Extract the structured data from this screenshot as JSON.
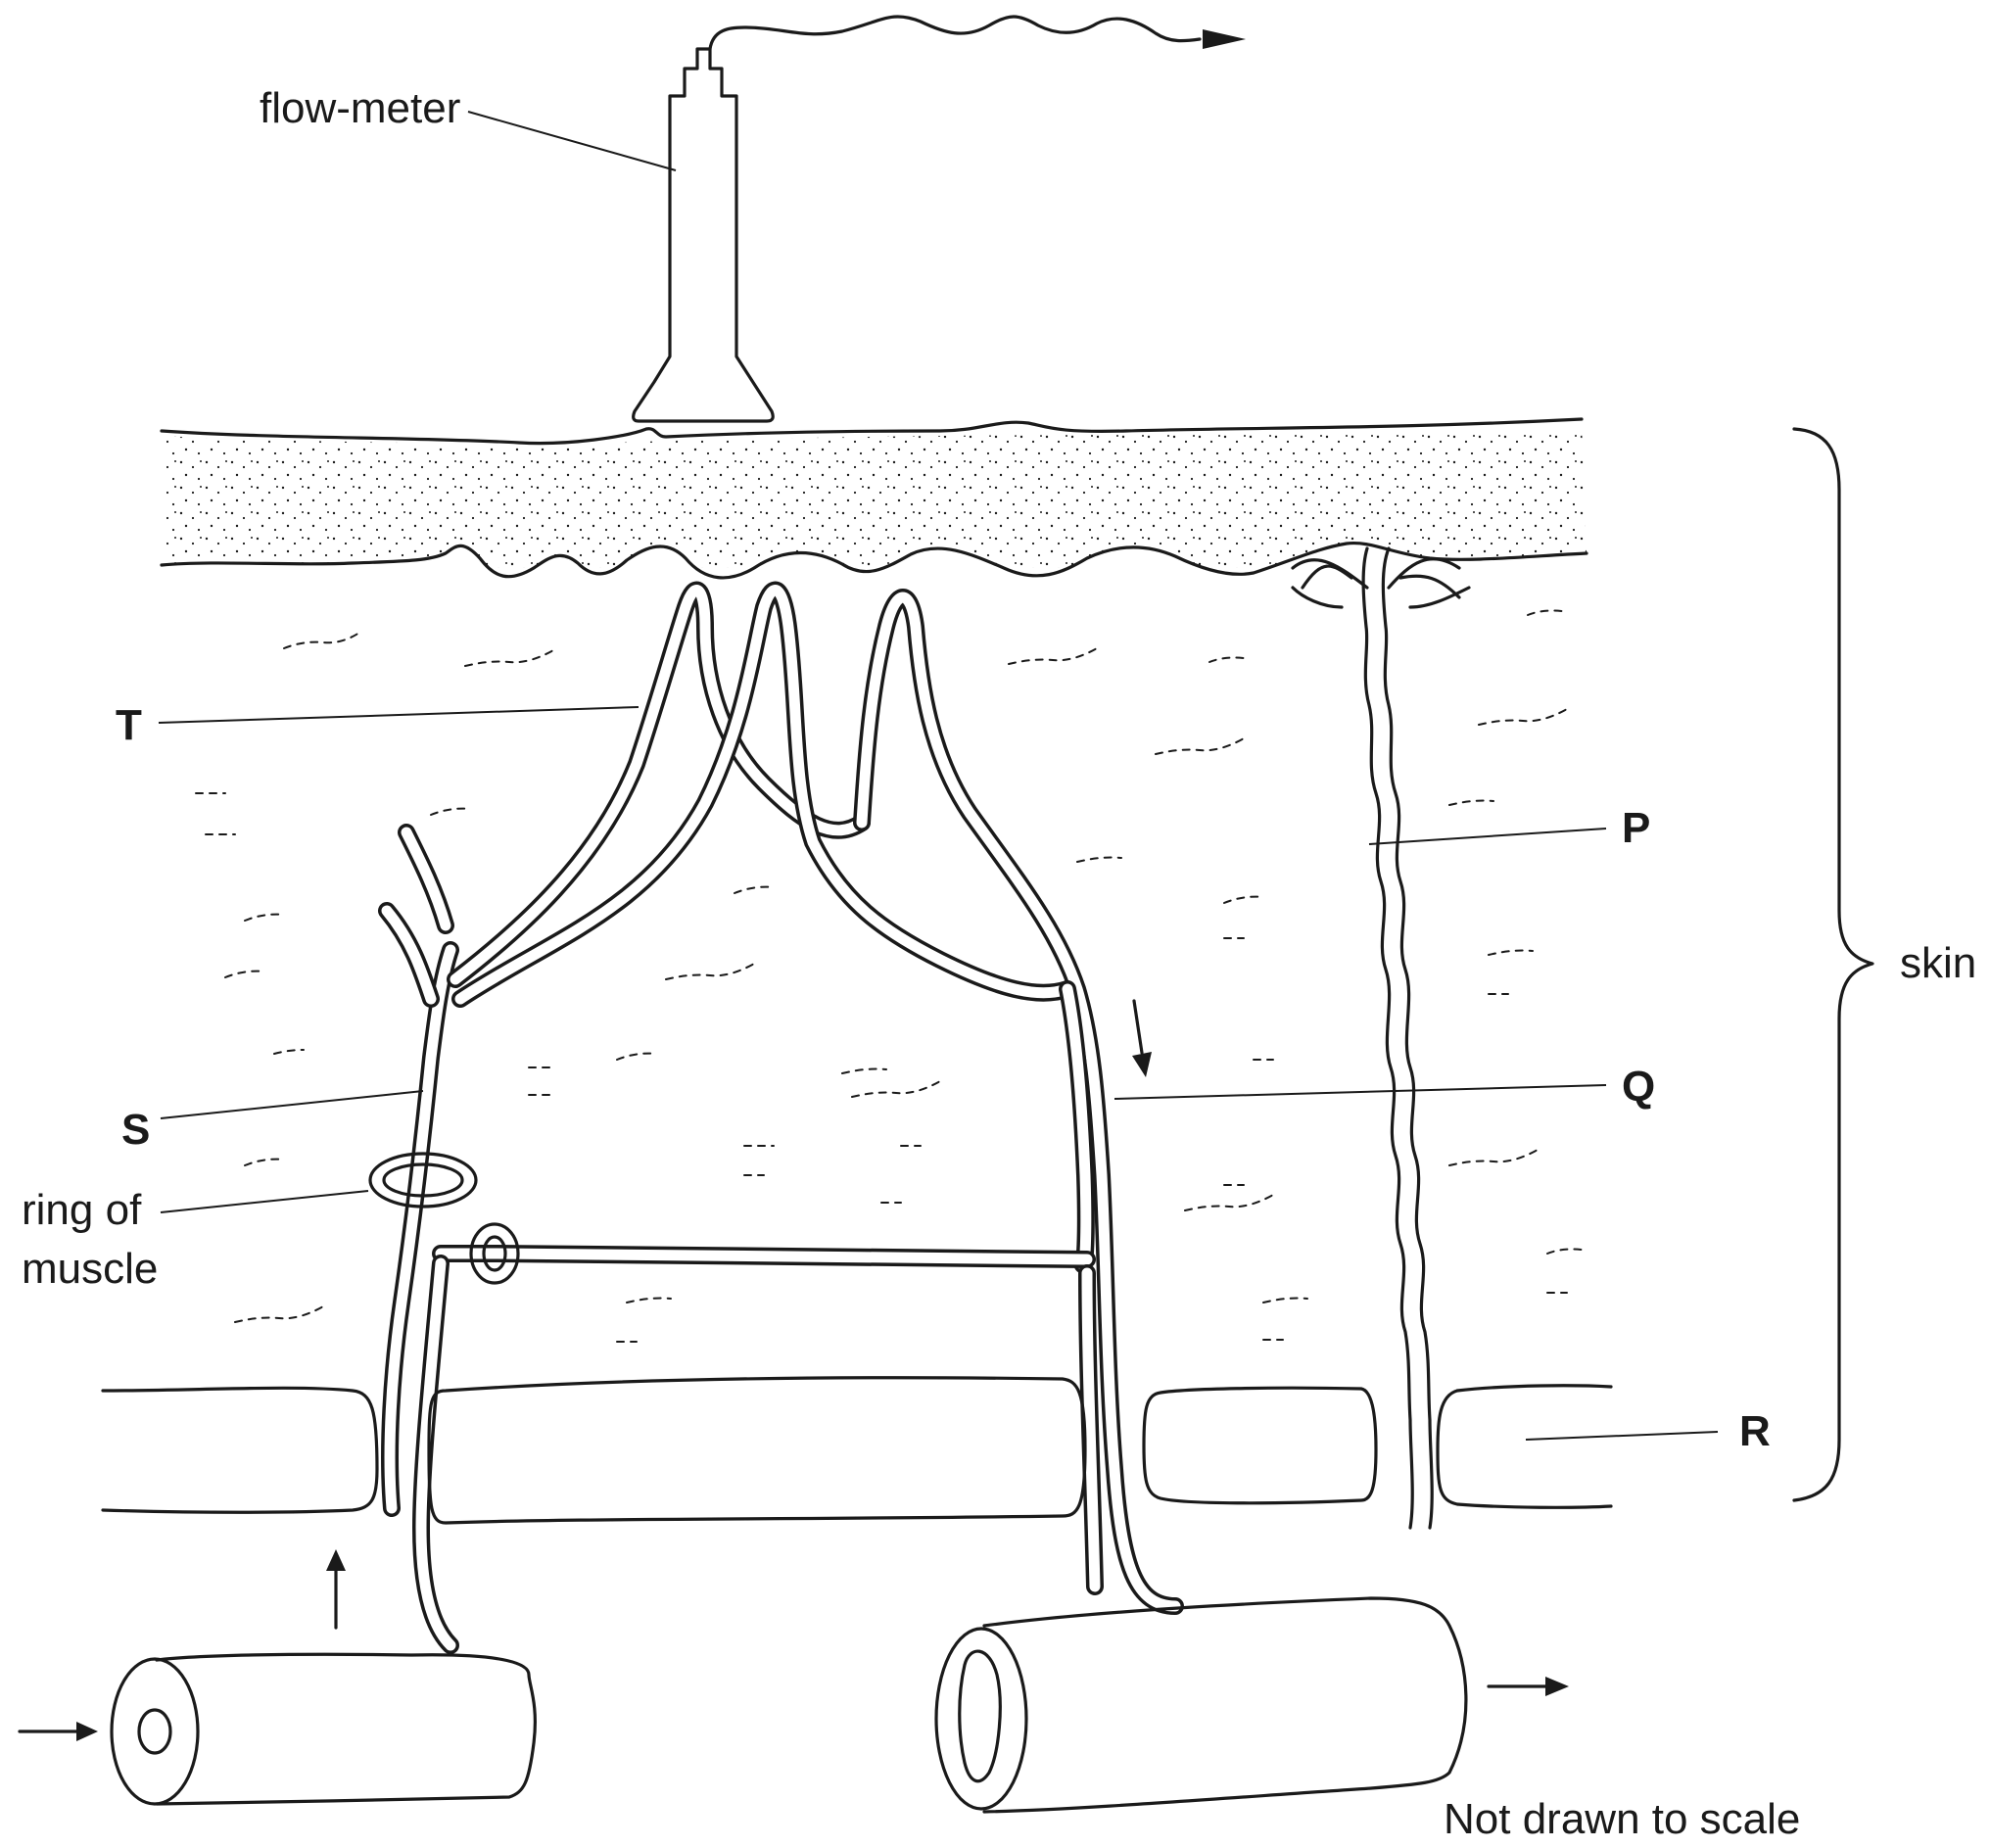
{
  "labels": {
    "flow_meter": "flow-meter",
    "skin": "skin",
    "P": "P",
    "Q": "Q",
    "R": "R",
    "S": "S",
    "T": "T",
    "ring_line1": "ring of",
    "ring_line2": "muscle",
    "scale_note": "Not drawn to scale"
  }
}
